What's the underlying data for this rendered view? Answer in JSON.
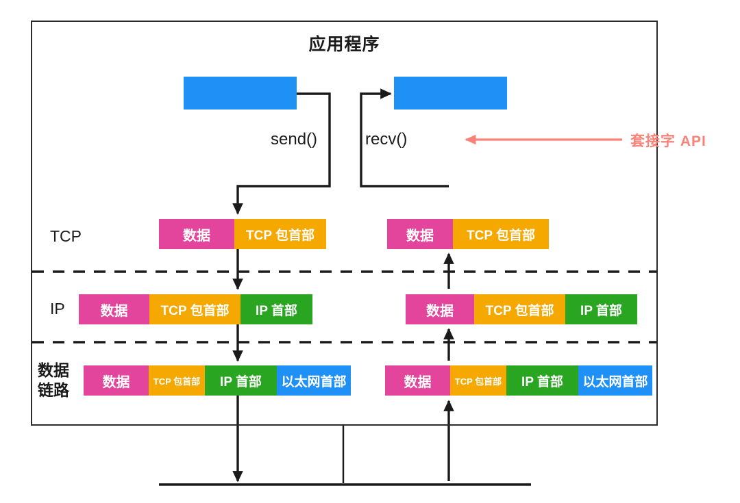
{
  "diagram": {
    "title": "应用程序",
    "api_annotation": "套接字 API",
    "calls": {
      "send": "send()",
      "recv": "recv()"
    },
    "layers": [
      {
        "id": "tcp",
        "name": "TCP"
      },
      {
        "id": "ip",
        "name": "IP"
      },
      {
        "id": "link",
        "name_line1": "数据",
        "name_line2": "链路"
      }
    ],
    "labels": {
      "data": "数据",
      "tcp_header": "TCP 包首部",
      "ip_header": "IP 首部",
      "eth_header": "以太网首部"
    },
    "packets": {
      "tcp_left": {
        "segments": [
          "数据",
          "TCP 包首部"
        ]
      },
      "ip_left": {
        "segments": [
          "数据",
          "TCP 包首部",
          "IP 首部"
        ]
      },
      "link_left": {
        "segments": [
          "数据",
          "TCP 包首部",
          "IP 首部",
          "以太网首部"
        ]
      },
      "tcp_right": {
        "segments": [
          "数据",
          "TCP 包首部"
        ]
      },
      "ip_right": {
        "segments": [
          "数据",
          "TCP 包首部",
          "IP 首部"
        ]
      },
      "link_right": {
        "segments": [
          "数据",
          "TCP 包首部",
          "IP 首部",
          "以太网首部"
        ]
      }
    },
    "colors": {
      "data": "#e2459b",
      "tcp_header": "#f5a800",
      "ip_header": "#29a522",
      "eth_header": "#1f90f5",
      "socket_box": "#1f90f5",
      "api_annotation": "#f98279",
      "line": "#1a1a1a",
      "frame": "#2b2b2b",
      "background": "#ffffff"
    }
  }
}
